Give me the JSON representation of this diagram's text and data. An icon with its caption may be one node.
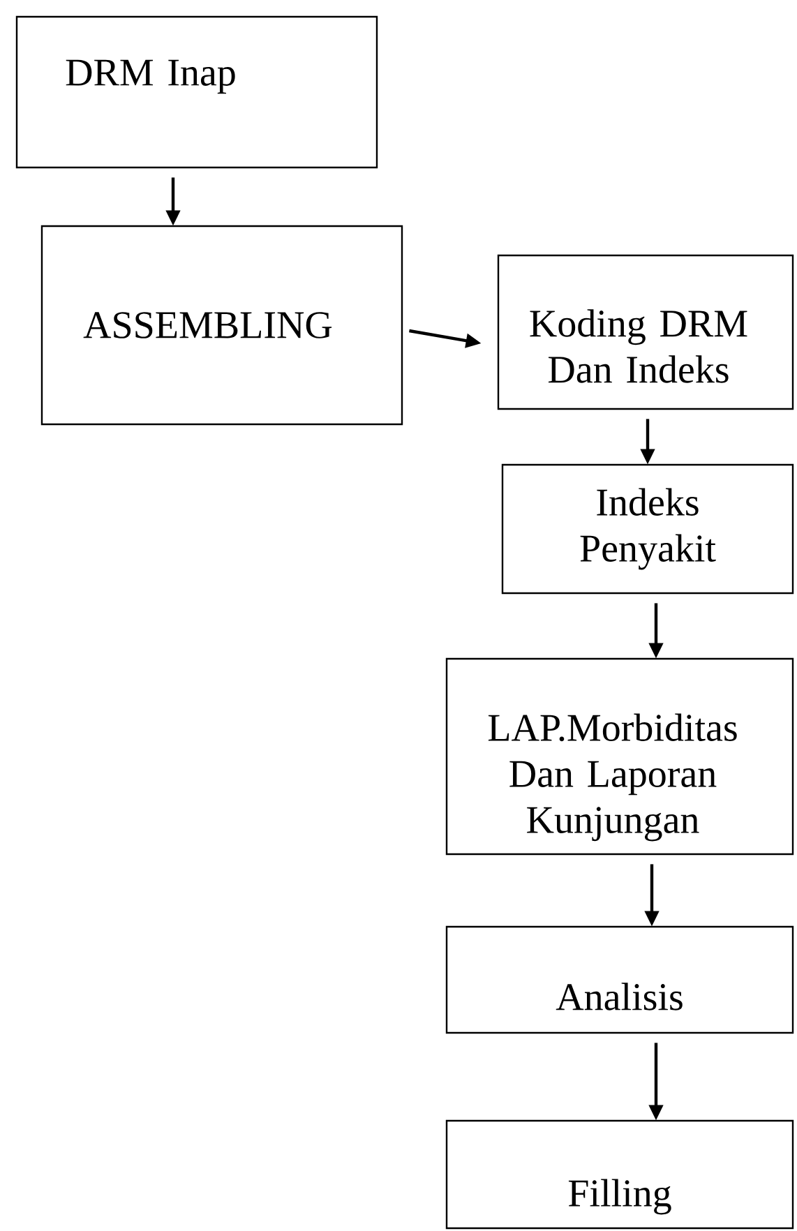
{
  "diagram": {
    "nodes": [
      {
        "text": [
          "DRM Inap"
        ]
      },
      {
        "text": [
          "ASSEMBLING"
        ]
      },
      {
        "text": [
          "Koding DRM Dan Indeks"
        ]
      },
      {
        "text": [
          "Indeks Penyakit"
        ]
      },
      {
        "text": [
          "LAP.Morbiditas Dan Laporan Kunjungan"
        ]
      },
      {
        "text": [
          "Analisis"
        ]
      },
      {
        "text": [
          "Filling"
        ]
      }
    ],
    "edges": [
      {
        "from": 0,
        "to": 1,
        "arrow": "to"
      },
      {
        "from": 1,
        "to": 2,
        "arrow": "to"
      },
      {
        "from": 2,
        "to": 3,
        "arrow": "to"
      },
      {
        "from": 3,
        "to": 4,
        "arrow": "to"
      },
      {
        "from": 4,
        "to": 5,
        "arrow": "to"
      },
      {
        "from": 5,
        "to": 6,
        "arrow": "to"
      }
    ]
  }
}
